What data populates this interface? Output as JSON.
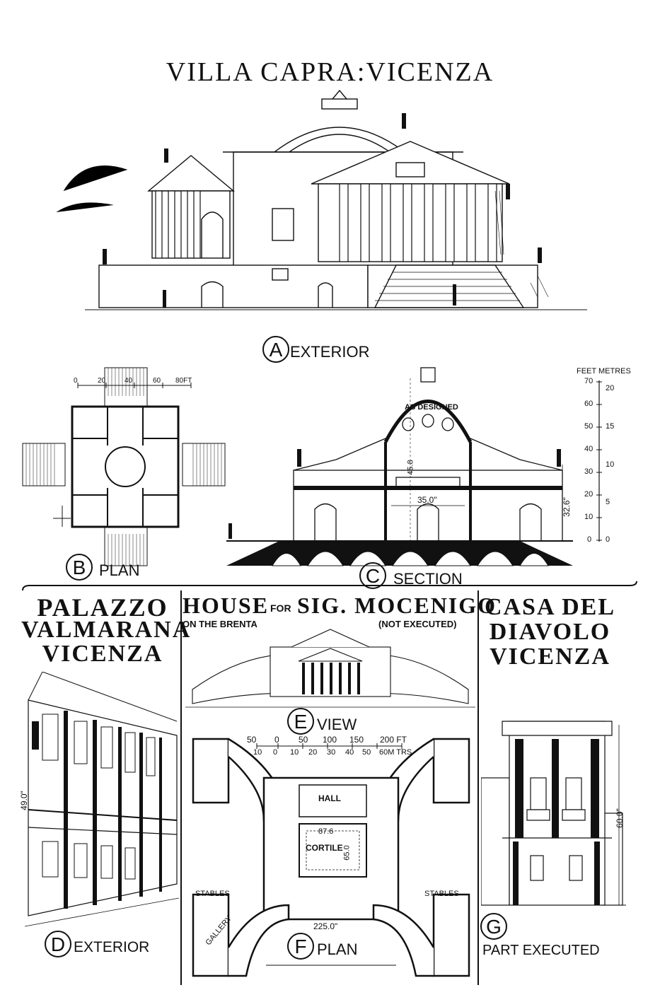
{
  "title": "VILLA CAPRA:VICENZA",
  "panels": {
    "A": {
      "letter": "A",
      "label": "EXTERIOR"
    },
    "B": {
      "letter": "B",
      "label": "PLAN",
      "scale_ticks": [
        "0",
        "20",
        "40",
        "60",
        "80FT"
      ]
    },
    "C": {
      "letter": "C",
      "label": "SECTION",
      "note": "AS DESIGNED",
      "dims": [
        "45.8",
        "35.0\"",
        "32.6\""
      ]
    },
    "D": {
      "heading": [
        "PALAZZO",
        "VALMARANA",
        "VICENZA"
      ],
      "letter": "D",
      "label": "EXTERIOR",
      "dim": "49.0\""
    },
    "E": {
      "heading_a": "HOUSE",
      "heading_for": "FOR",
      "heading_b": "SIG. MOCENIGO",
      "sub_left": "ON THE BRENTA",
      "sub_right": "(NOT EXECUTED)",
      "letter": "E",
      "label": "VIEW"
    },
    "F": {
      "letter": "F",
      "label": "PLAN",
      "hall": "HALL",
      "cortile": "CORTILE",
      "dim_w": "87.6",
      "dim_h": "65.0",
      "dim_base": "225.0\"",
      "stables": "STABLES",
      "gallery": "GALLERY",
      "scale_top": [
        "50",
        "0",
        "50",
        "100",
        "150",
        "200 FT"
      ],
      "scale_bottom": [
        "10",
        "0",
        "10",
        "20",
        "30",
        "40",
        "50",
        "60M TRS"
      ]
    },
    "G": {
      "heading": [
        "CASA DEL",
        "DIAVOLO",
        "VICENZA"
      ],
      "letter": "G",
      "label": "PART EXECUTED",
      "dim": "60.0\""
    }
  },
  "scale_bar": {
    "header": "FEET METRES",
    "feet": [
      "70",
      "60",
      "50",
      "40",
      "30",
      "20",
      "10",
      "0"
    ],
    "metres": [
      "20",
      "15",
      "10",
      "5",
      "0"
    ]
  }
}
